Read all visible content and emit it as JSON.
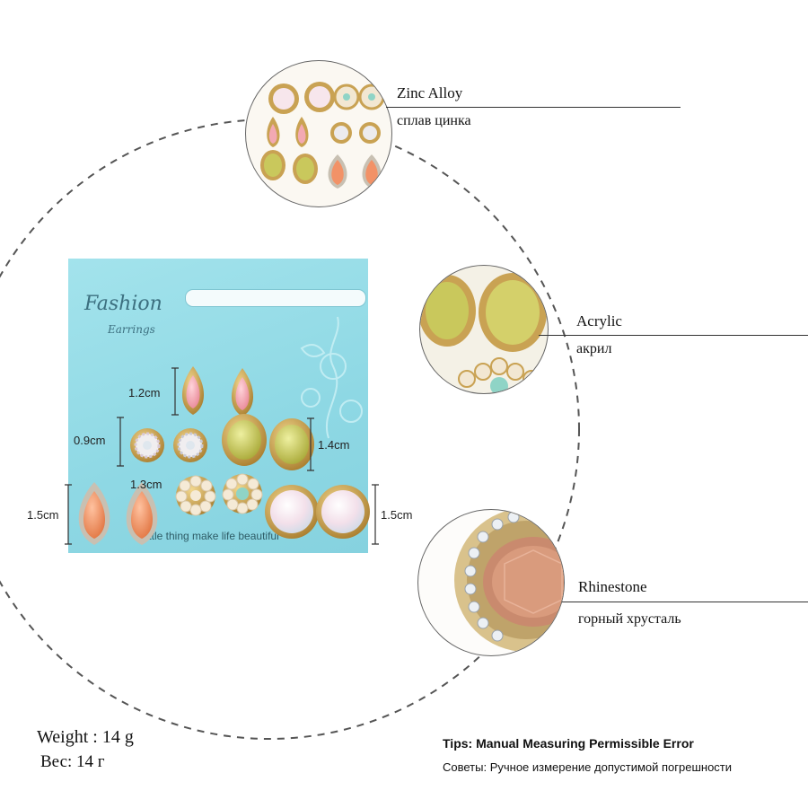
{
  "card": {
    "brand": "Fashion",
    "subtitle": "Earrings",
    "slogan": "little thing make life beautiful"
  },
  "measurements": {
    "m1": "1.2cm",
    "m2": "0.9cm",
    "m3": "1.4cm",
    "m4": "1.3cm",
    "m5": "1.5cm",
    "m6": "1.5cm"
  },
  "materials": [
    {
      "en": "Zinc Alloy",
      "ru": "сплав цинка"
    },
    {
      "en": "Acrylic",
      "ru": "акрил"
    },
    {
      "en": "Rhinestone",
      "ru": "горный хрусталь"
    }
  ],
  "weight": {
    "en": "Weight : 14 g",
    "ru": "Вес: 14 г"
  },
  "tips": {
    "en": "Tips: Manual Measuring Permissible Error",
    "ru": "Советы: Ручное измерение допустимой погрешности"
  },
  "colors": {
    "card": "#93dbe6",
    "gold": "#c9a253",
    "pink": "#f3a9b3",
    "yellow": "#c9c85c",
    "coral": "#f29267",
    "pearl": "#f2e7d2",
    "mint": "#8fd4c6"
  }
}
